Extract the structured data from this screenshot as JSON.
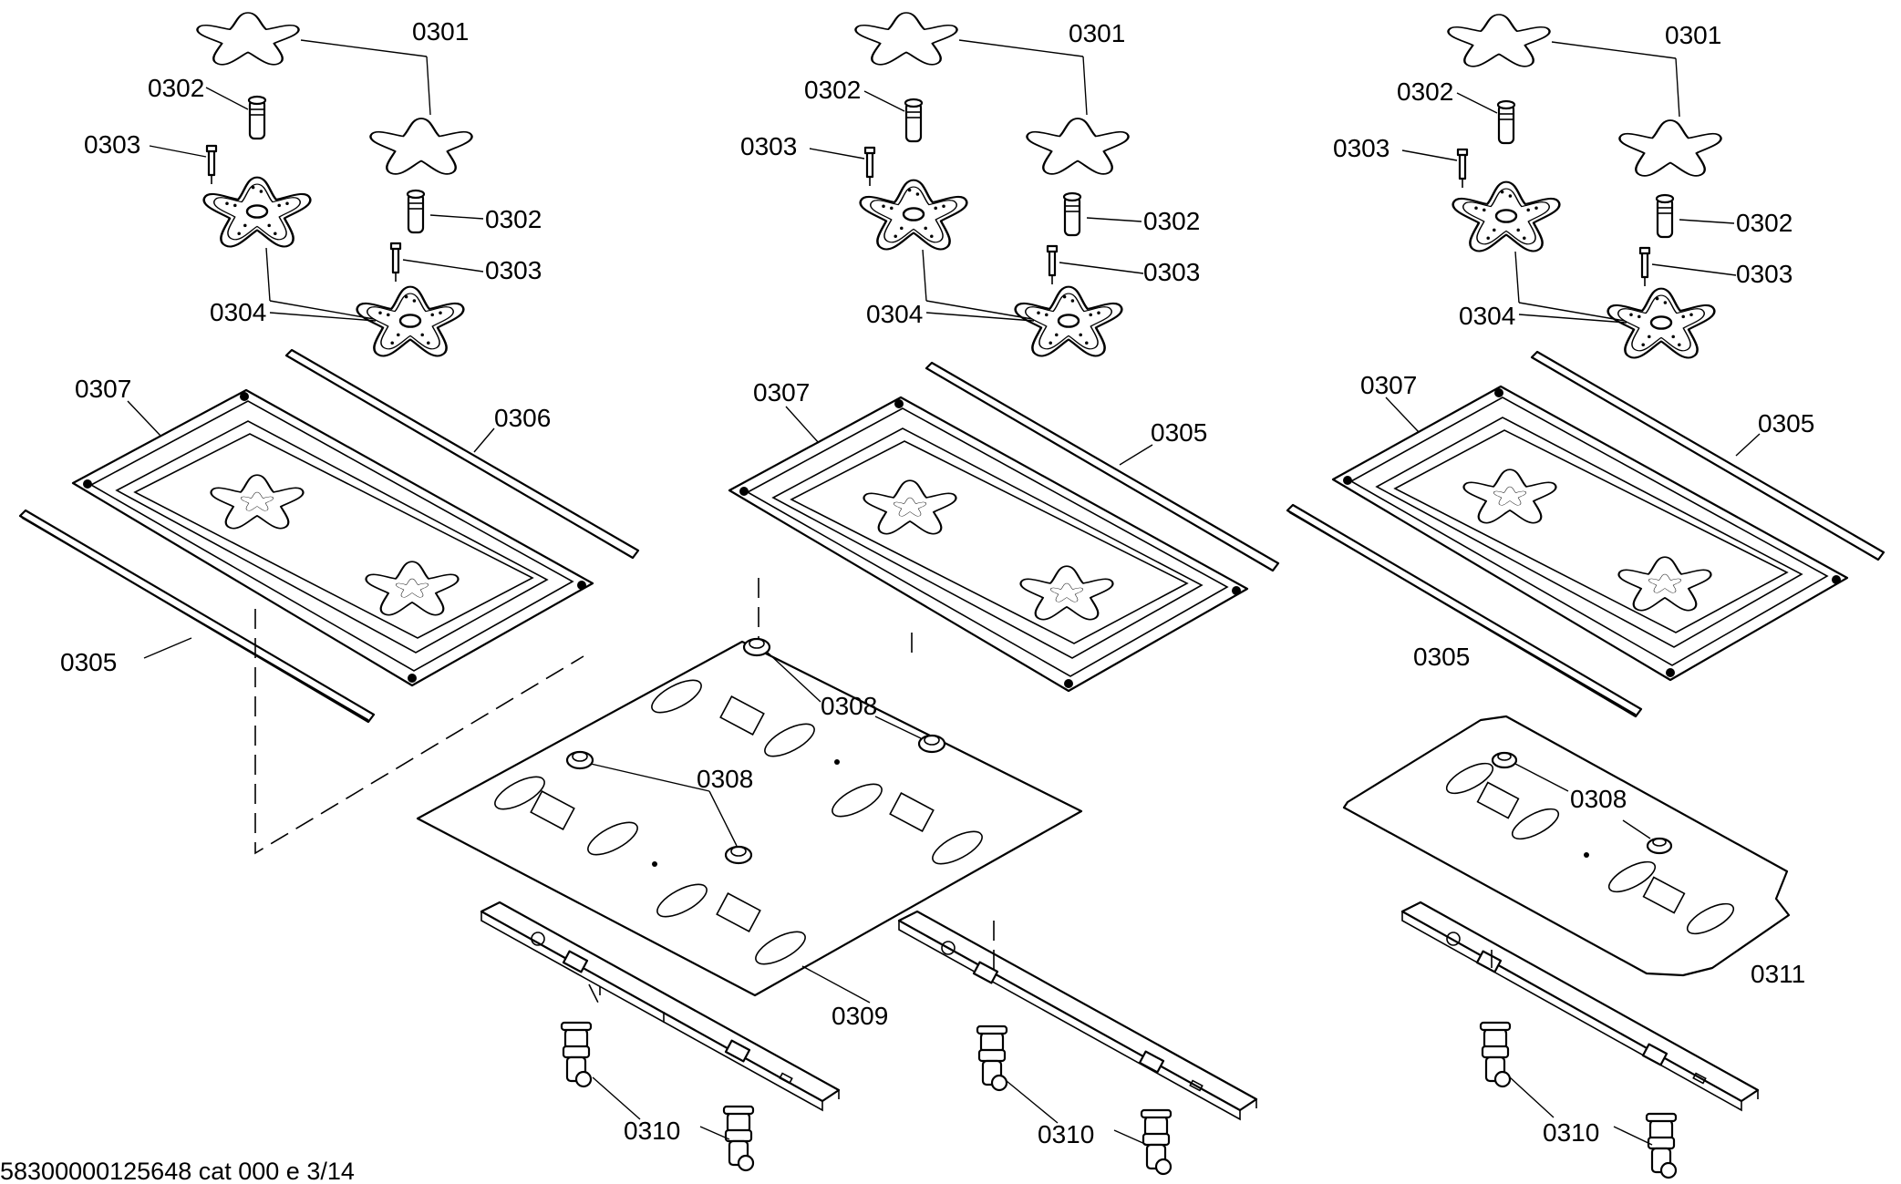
{
  "diagram": {
    "groups": [
      {
        "id": "left",
        "labels": {
          "0301": "0301",
          "0302a": "0302",
          "0302b": "0302",
          "0303a": "0303",
          "0303b": "0303",
          "0304": "0304",
          "0307": "0307",
          "rail_right": "0306",
          "rail_left": "0305",
          "0308": "0308",
          "0309": "0309",
          "0310": "0310"
        }
      },
      {
        "id": "middle",
        "labels": {
          "0301": "0301",
          "0302a": "0302",
          "0302b": "0302",
          "0303a": "0303",
          "0303b": "0303",
          "0304": "0304",
          "0307": "0307",
          "rail_right": "0305",
          "0308": "0308",
          "0310": "0310"
        }
      },
      {
        "id": "right",
        "labels": {
          "0301": "0301",
          "0302a": "0302",
          "0302b": "0302",
          "0303a": "0303",
          "0303b": "0303",
          "0304": "0304",
          "0307": "0307",
          "rail_right": "0305",
          "rail_left": "0305",
          "0308": "0308",
          "0311": "0311",
          "0310": "0310"
        }
      }
    ],
    "footer": "58300000125648 cat 000 e 3/14"
  }
}
